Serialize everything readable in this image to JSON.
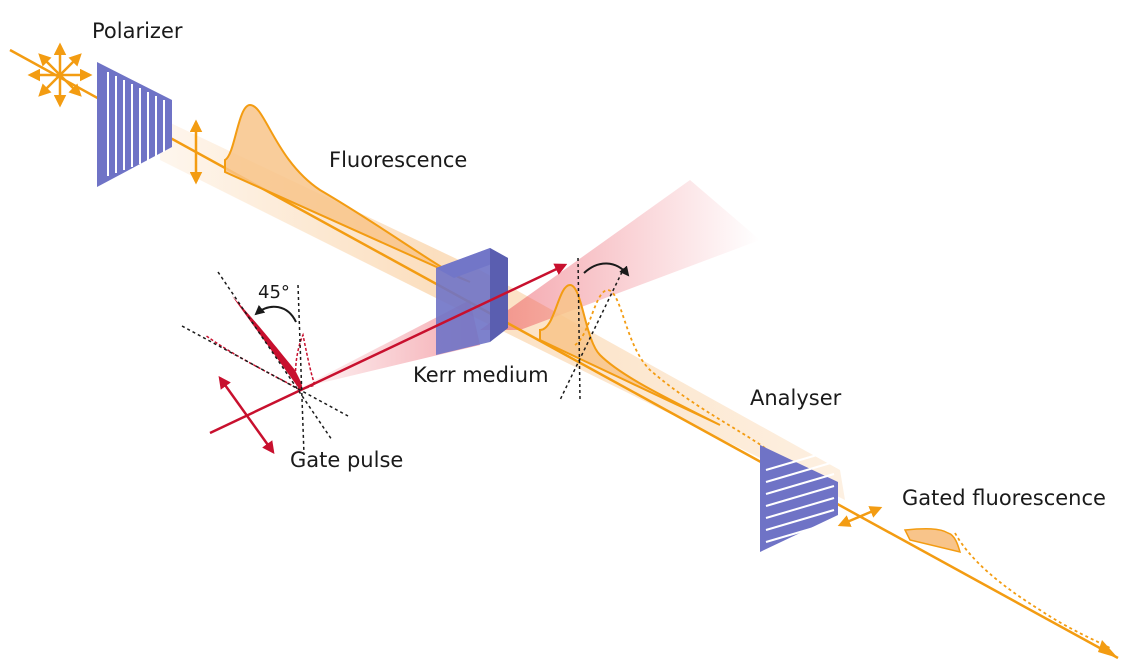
{
  "labels": {
    "polarizer": "Polarizer",
    "fluorescence": "Fluorescence",
    "angle": "45°",
    "kerr_medium": "Kerr medium",
    "gate_pulse": "Gate pulse",
    "analyser": "Analyser",
    "gated_fluorescence": "Gated fluorescence"
  },
  "colors": {
    "fluorescence": "#f39c12",
    "fluorescence_fill": "#f8c48a",
    "gate": "#c8102e",
    "optic": "#6f73c6",
    "text": "#1a1a1a"
  }
}
